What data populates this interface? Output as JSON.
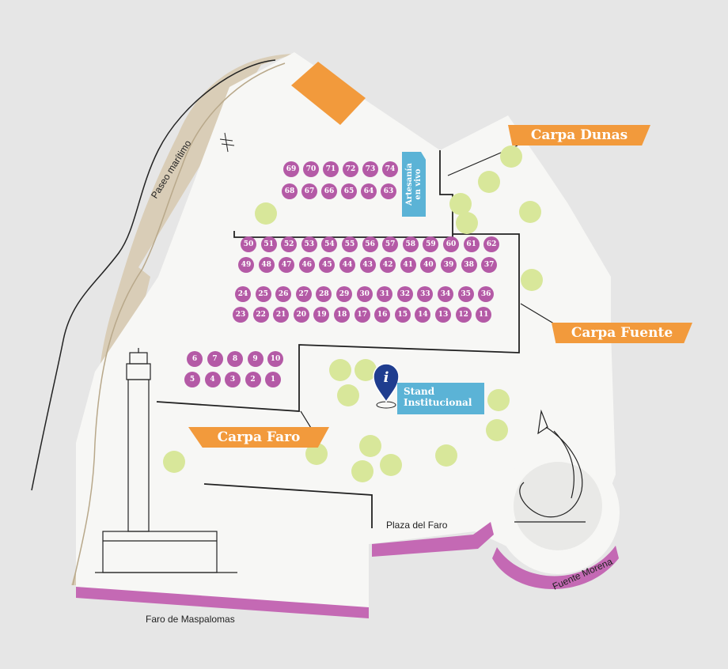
{
  "map": {
    "tents": {
      "dunas": "Carpa Dunas",
      "fuente": "Carpa Fuente",
      "faro": "Carpa Faro"
    },
    "artesania": {
      "line1": "Artesanía",
      "line2": "en vivo"
    },
    "stand_institucional": {
      "line1": "Stand",
      "line2": "Institucional"
    },
    "info_symbol": "i",
    "places": {
      "paseo": "Paseo marítimo",
      "plaza": "Plaza del Faro",
      "faro": "Faro de Maspalomas",
      "fuente": "Fuente Morena"
    },
    "stand_rows": [
      [
        "69",
        "70",
        "71",
        "72",
        "73",
        "74"
      ],
      [
        "68",
        "67",
        "66",
        "65",
        "64",
        "63"
      ],
      [
        "50",
        "51",
        "52",
        "53",
        "54",
        "55",
        "56",
        "57",
        "58",
        "59",
        "60",
        "61",
        "62"
      ],
      [
        "49",
        "48",
        "47",
        "46",
        "45",
        "44",
        "43",
        "42",
        "41",
        "40",
        "39",
        "38",
        "37"
      ],
      [
        "24",
        "25",
        "26",
        "27",
        "28",
        "29",
        "30",
        "31",
        "32",
        "33",
        "34",
        "35",
        "36"
      ],
      [
        "23",
        "22",
        "21",
        "20",
        "19",
        "18",
        "17",
        "16",
        "15",
        "14",
        "13",
        "12",
        "11"
      ],
      [
        "6",
        "7",
        "8",
        "9",
        "10"
      ],
      [
        "5",
        "4",
        "3",
        "2",
        "1"
      ]
    ],
    "colors": {
      "stand": "#b45aa6",
      "tent": "#f29a3c",
      "tag": "#5bb3d6",
      "tree": "#d8e79a",
      "pink_band": "#c469b4",
      "promenade": "#d9cdb7",
      "info_pin": "#1f3d8f"
    }
  }
}
